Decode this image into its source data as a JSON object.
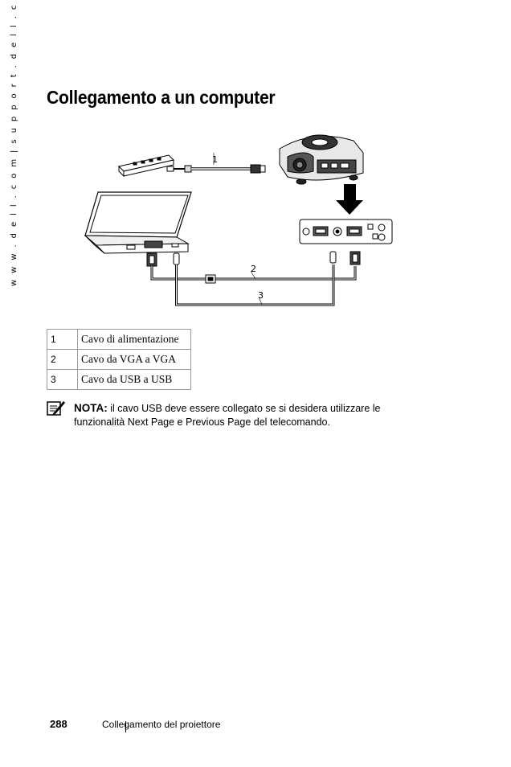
{
  "side_url": "w w w . d e l l . c o m   |   s u p p o r t . d e l l . c o m",
  "title": "Collegamento a un computer",
  "diagram": {
    "callouts": [
      "1",
      "2",
      "3"
    ]
  },
  "legend": [
    {
      "num": "1",
      "desc": "Cavo di alimentazione"
    },
    {
      "num": "2",
      "desc": "Cavo da VGA a VGA"
    },
    {
      "num": "3",
      "desc": "Cavo da USB a USB"
    }
  ],
  "note": {
    "icon": "note-pencil-icon",
    "label": "NOTA:",
    "text": " il cavo USB deve essere collegato se si desidera utilizzare le funzionalità Next Page e Previous Page del telecomando."
  },
  "footer": {
    "page_number": "288",
    "chapter": "Collegamento del proiettore"
  }
}
